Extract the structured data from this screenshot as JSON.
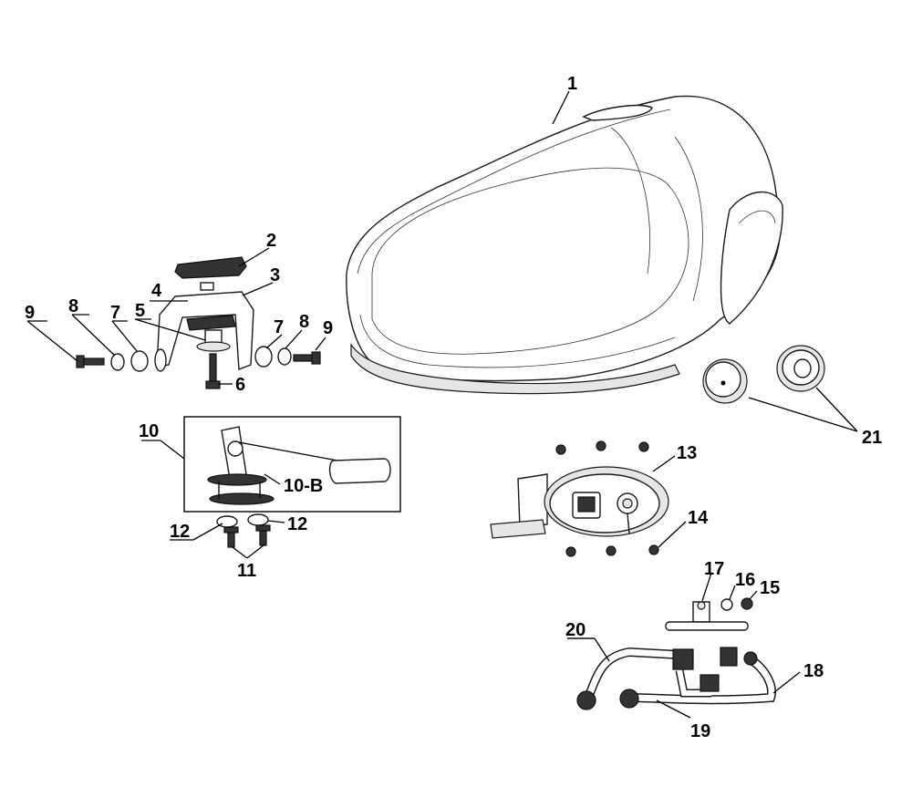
{
  "callouts": {
    "c1": "1",
    "c2": "2",
    "c3": "3",
    "c4": "4",
    "c5": "5",
    "c6": "6",
    "c7a": "7",
    "c7b": "7",
    "c8a": "8",
    "c8b": "8",
    "c9a": "9",
    "c9b": "9",
    "c10": "10",
    "c10b": "10-B",
    "c11": "11",
    "c12a": "12",
    "c12b": "12",
    "c13": "13",
    "c14": "14",
    "c15": "15",
    "c16": "16",
    "c17": "17",
    "c18": "18",
    "c19": "19",
    "c20": "20",
    "c21": "21"
  }
}
